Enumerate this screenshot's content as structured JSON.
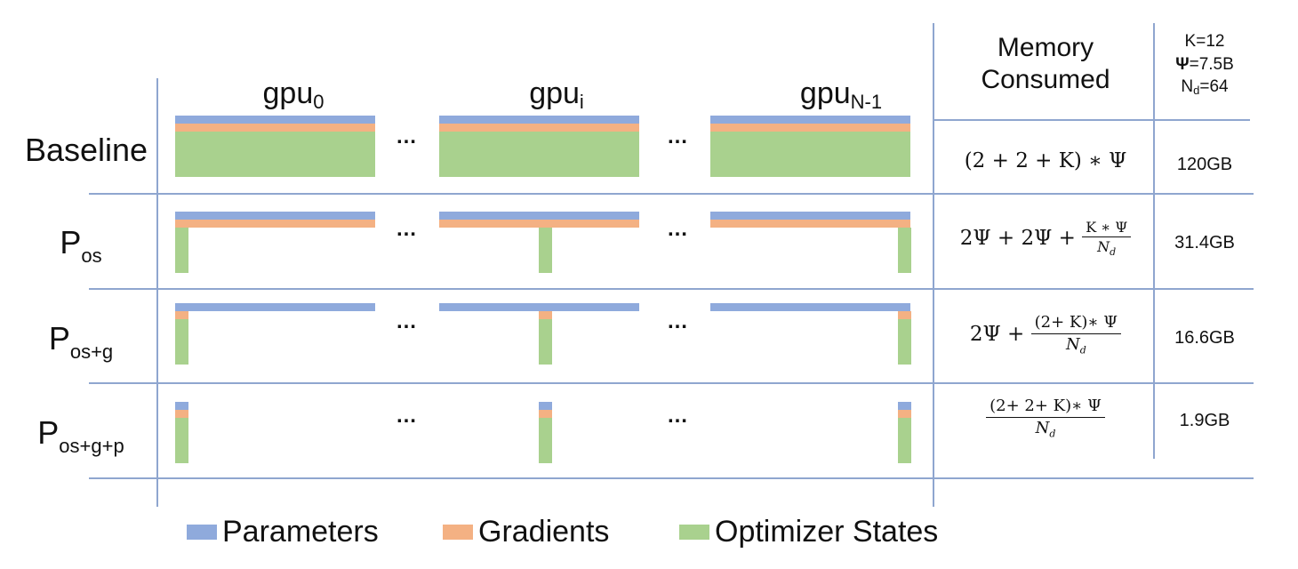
{
  "colors": {
    "parameters": "#8faadc",
    "gradients": "#f4b183",
    "optimizer_states": "#a9d18e",
    "grid_lines": "#8fa6cf"
  },
  "gpus": [
    {
      "base": "gpu",
      "sub": "0"
    },
    {
      "base": "gpu",
      "sub": "i"
    },
    {
      "base": "gpu",
      "sub": "N-1"
    }
  ],
  "ellipsis": "…",
  "header": {
    "memory_line1": "Memory",
    "memory_line2": "Consumed",
    "config_k": "K=12",
    "config_psi_symbol": "Ψ",
    "config_psi_value": "=7.5B",
    "config_nd_base": "N",
    "config_nd_sub": "d",
    "config_nd_value": "=64"
  },
  "rows": [
    {
      "label_base": "Baseline",
      "label_sub": "",
      "memory": "120GB",
      "formula_text": "(2 + 2 + K) ∗ Ψ"
    },
    {
      "label_base": "P",
      "label_sub": "os",
      "memory": "31.4GB",
      "formula_prefix": "2Ψ + 2Ψ +",
      "formula_num": "K ∗ Ψ",
      "formula_den_base": "N",
      "formula_den_sub": "d"
    },
    {
      "label_base": "P",
      "label_sub": "os+g",
      "memory": "16.6GB",
      "formula_prefix": "2Ψ +",
      "formula_num": "(2+ K)∗ Ψ",
      "formula_den_base": "N",
      "formula_den_sub": "d"
    },
    {
      "label_base": "P",
      "label_sub": "os+g+p",
      "memory": "1.9GB",
      "formula_prefix": "",
      "formula_num": "(2+ 2+ K)∗ Ψ",
      "formula_den_base": "N",
      "formula_den_sub": "d"
    }
  ],
  "legend": {
    "parameters": "Parameters",
    "gradients": "Gradients",
    "optimizer_states": "Optimizer States"
  }
}
